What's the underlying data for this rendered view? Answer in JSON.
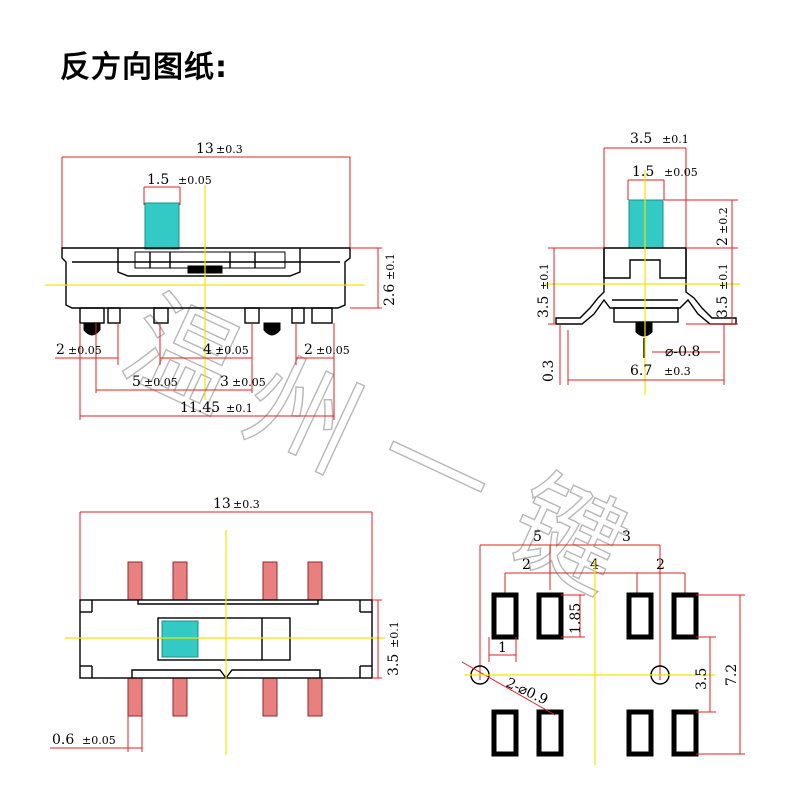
{
  "title": "反方向图纸:",
  "watermark": [
    "温",
    "州",
    "一",
    "键"
  ],
  "colors": {
    "dimension_line": "#e02020",
    "center_line": "#f2e400",
    "actuator": "#33c9c4",
    "pad": "#e88080",
    "outline": "#000000"
  },
  "views": {
    "front": {
      "overall_width": {
        "value": "13",
        "tol": "±0.3"
      },
      "actuator_width": {
        "value": "1.5",
        "tol": "±0.05"
      },
      "height": {
        "value": "2.6",
        "tol": "±0.1"
      },
      "left_pin": {
        "value": "2",
        "tol": "±0.05"
      },
      "mid_pin": {
        "value": "4",
        "tol": "±0.05"
      },
      "right_pin": {
        "value": "2",
        "tol": "±0.05"
      },
      "pitch_left": {
        "value": "5",
        "tol": "±0.05"
      },
      "pitch_right": {
        "value": "3",
        "tol": "±0.05"
      },
      "pin_span": {
        "value": "11.45",
        "tol": "±0.1"
      }
    },
    "side": {
      "top_width": {
        "value": "3.5",
        "tol": "±0.1"
      },
      "actuator_width": {
        "value": "1.5",
        "tol": "±0.05"
      },
      "actuator_height": {
        "value": "2",
        "tol": "±0.2"
      },
      "body_height_left": {
        "value": "3.5",
        "tol": "±0.1"
      },
      "body_height_right": {
        "value": "3.5",
        "tol": "±0.1"
      },
      "post_dia": {
        "value": "⌀-0.8"
      },
      "lead_offset": {
        "value": "0.3"
      },
      "lead_span": {
        "value": "6.7",
        "tol": "±0.3"
      }
    },
    "top": {
      "overall_width": {
        "value": "13",
        "tol": "±0.3"
      },
      "body_depth": {
        "value": "3.5",
        "tol": "±0.1"
      },
      "pad_width": {
        "value": "0.6",
        "tol": "±0.05"
      }
    },
    "footprint": {
      "top_left": "5",
      "top_right": "3",
      "sub_left": "2",
      "sub_mid": "4",
      "sub_right": "2",
      "pad_h": "1.85",
      "pad_w": "1",
      "row_span": "3.5",
      "total_span": "7.2",
      "hole_note": "2-⌀0.9"
    }
  }
}
